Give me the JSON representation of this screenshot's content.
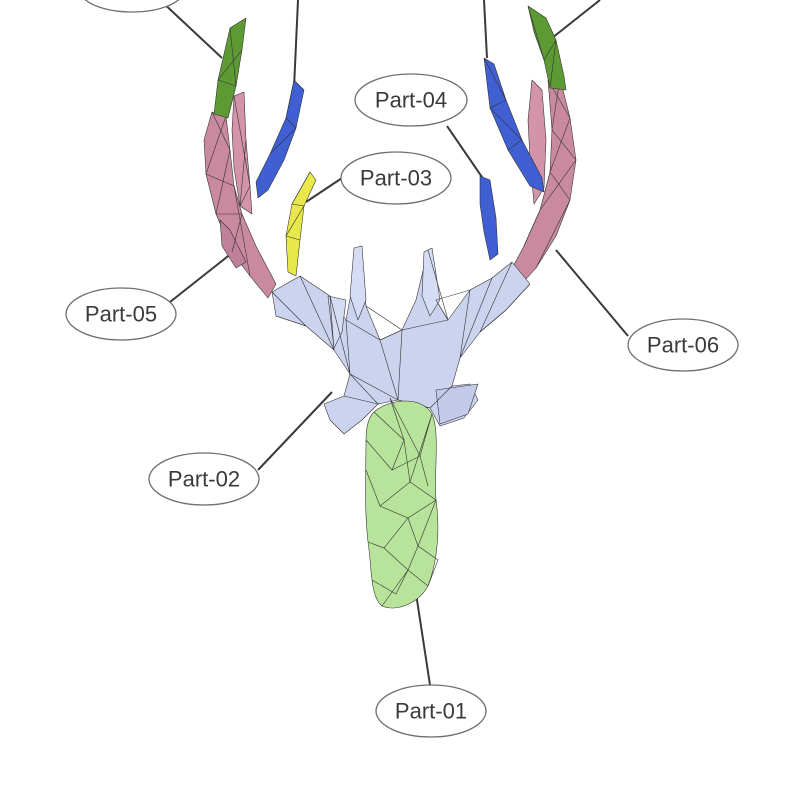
{
  "labels": {
    "part01": "Part-01",
    "part02": "Part-02",
    "part03": "Part-03",
    "part04": "Part-04",
    "part05": "Part-05",
    "part06": "Part-06"
  },
  "colors": {
    "part01_green": "#b8e39a",
    "part02_lavender": "#ccd3ee",
    "part03_yellow": "#e9e84a",
    "part04_blue": "#3f5fd2",
    "part05_pink": "#c98aa0",
    "part06_green": "#5e9a34"
  }
}
